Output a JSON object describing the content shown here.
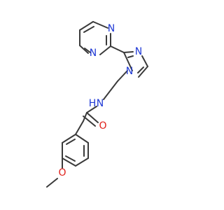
{
  "molecule": {
    "atoms": {
      "pyrimidine_n_right": "N",
      "pyrimidine_n_bottom": "N",
      "imidazole_n_upper": "N",
      "imidazole_n_substituted": "N",
      "amide_nh": "N",
      "amide_h": "H",
      "carbonyl_o": "O",
      "ether_o": "O"
    },
    "colors": {
      "bond": "#3a3a3a",
      "nitrogen": "#1f39d6",
      "oxygen": "#e0201a"
    }
  }
}
